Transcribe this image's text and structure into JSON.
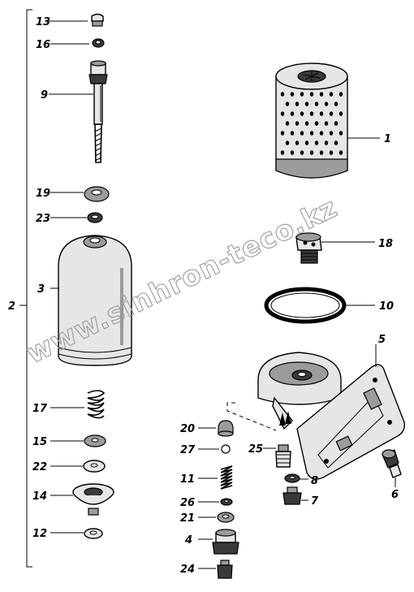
{
  "watermark": "www.sinhron-teco.kz",
  "group_label": "2",
  "labels": {
    "p13": "13",
    "p16": "16",
    "p9": "9",
    "p19": "19",
    "p23": "23",
    "p3": "3",
    "p17": "17",
    "p15": "15",
    "p22": "22",
    "p14": "14",
    "p12": "12",
    "p1": "1",
    "p18": "18",
    "p10": "10",
    "p5": "5",
    "p20": "20",
    "p27": "27",
    "p25": "25",
    "p11": "11",
    "p8": "8",
    "p26": "26",
    "p7": "7",
    "p21": "21",
    "p4": "4",
    "p6": "6",
    "p24": "24"
  }
}
